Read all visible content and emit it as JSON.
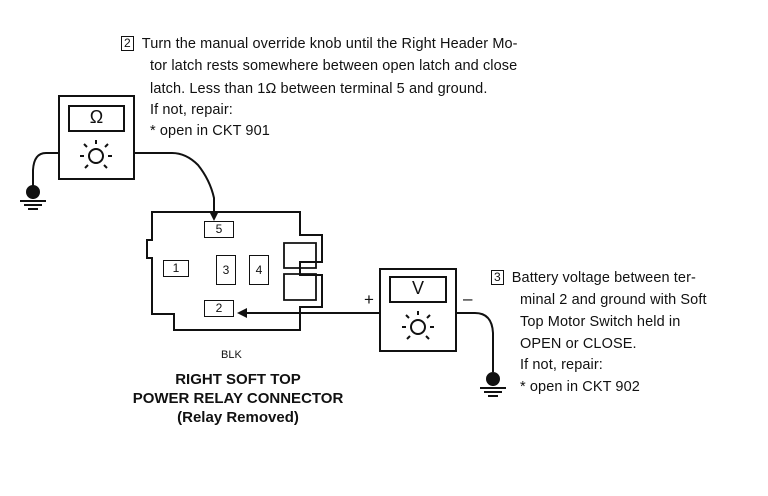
{
  "step2": {
    "number": "2",
    "lines": [
      "Turn the manual override knob until the Right Header Mo-",
      "tor latch rests somewhere between open latch and close",
      "latch. Less than 1Ω between terminal 5 and ground.",
      "If not, repair:",
      "* open in CKT 901"
    ]
  },
  "step3": {
    "number": "3",
    "lines": [
      "Battery voltage between ter-",
      "minal 2 and ground with Soft",
      "Top Motor Switch held in",
      "OPEN or CLOSE.",
      "If not, repair:",
      "* open in CKT 902"
    ]
  },
  "ohmmeter": {
    "display": "Ω"
  },
  "voltmeter": {
    "display": "V",
    "plus": "+",
    "minus": "–"
  },
  "connector": {
    "pins": [
      "5",
      "1",
      "3",
      "4",
      "2"
    ],
    "wire_color": "BLK",
    "title_lines": [
      "RIGHT SOFT TOP",
      "POWER RELAY CONNECTOR",
      "(Relay Removed)"
    ]
  }
}
